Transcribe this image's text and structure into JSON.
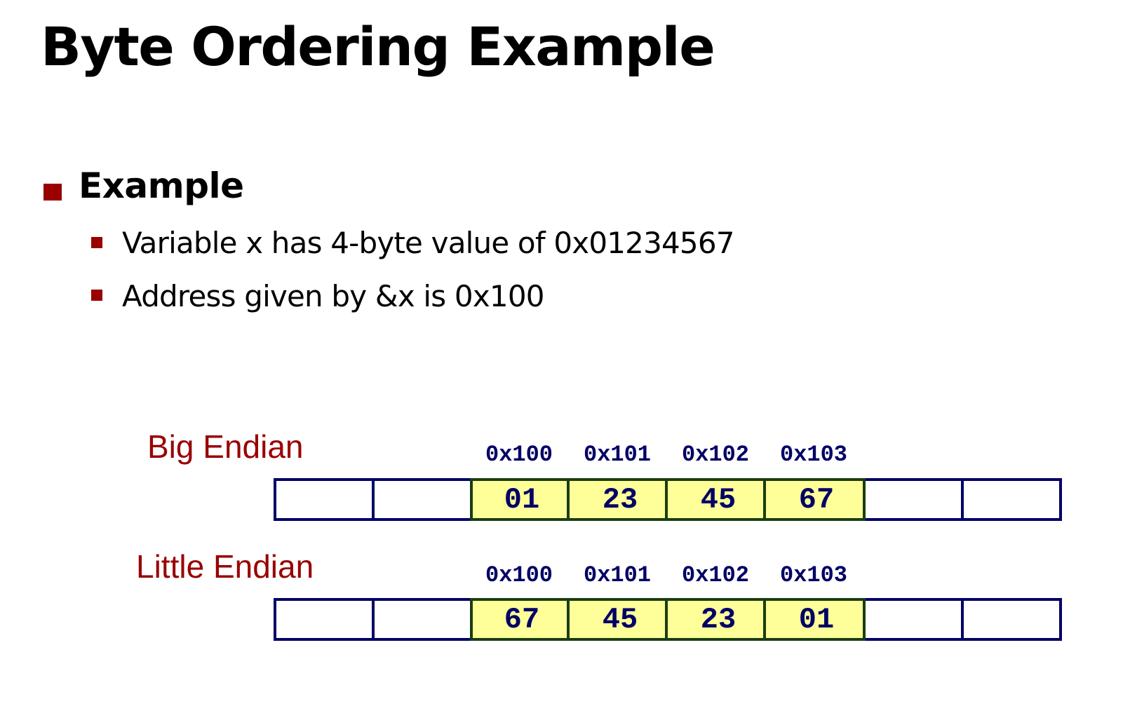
{
  "title": "Byte Ordering Example",
  "example": {
    "heading": "Example",
    "points": [
      "Variable x has 4-byte value of 0x01234567",
      "Address given by &x is 0x100"
    ]
  },
  "big_endian": {
    "label": "Big Endian",
    "addresses": [
      "0x100",
      "0x101",
      "0x102",
      "0x103"
    ],
    "bytes": [
      "01",
      "23",
      "45",
      "67"
    ]
  },
  "little_endian": {
    "label": "Little Endian",
    "addresses": [
      "0x100",
      "0x101",
      "0x102",
      "0x103"
    ],
    "bytes": [
      "67",
      "45",
      "23",
      "01"
    ]
  },
  "colors": {
    "accent": "#990000",
    "memory_border": "#000066",
    "byte_fill": "#ffff99",
    "highlight_border": "#1a3d12"
  }
}
